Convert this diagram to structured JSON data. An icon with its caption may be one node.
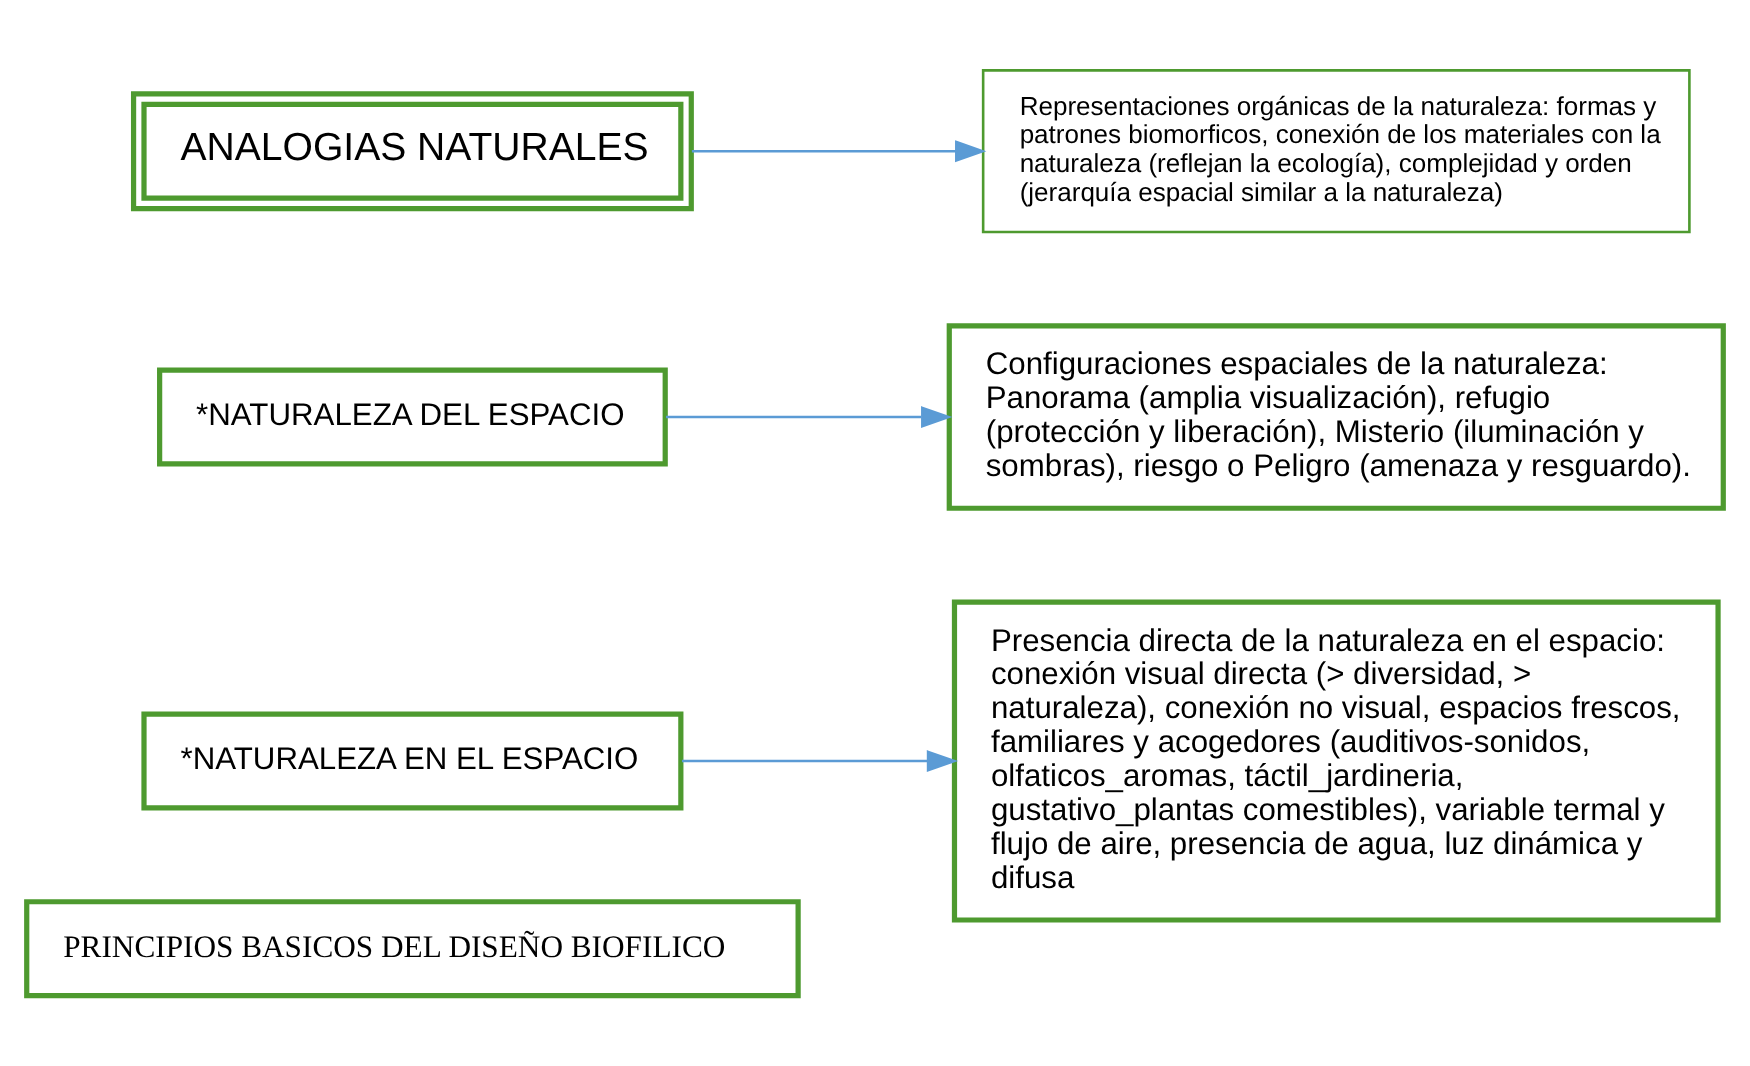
{
  "diagram": {
    "nodes": [
      {
        "text": [
          "PRINCIPIOS BASICOS DEL DISEÑO BIOFILICO"
        ]
      },
      {
        "text": [
          "*NATURALEZA EN EL ESPACIO"
        ]
      },
      {
        "text": [
          "Presencia directa de la naturaleza en el espacio: conexión visual directa (> diversidad, > naturaleza), conexión no visual, espacios frescos, familiares y acogedores (auditivos-sonidos, olfaticos_aromas, táctil_jardineria, gustativo_plantas comestibles), variable termal y flujo de aire, presencia de agua, luz dinámica y difusa"
        ]
      },
      {
        "text": [
          "*NATURALEZA DEL ESPACIO"
        ]
      },
      {
        "text": [
          "Configuraciones espaciales de la naturaleza: Panorama (amplia visualización), refugio (protección y liberación), Misterio (iluminación y sombras), riesgo o Peligro (amenaza y resguardo)."
        ]
      },
      {
        "text": [
          "ANALOGIAS NATURALES"
        ]
      },
      {
        "text": [
          "Representaciones orgánicas de la naturaleza: formas y patrones biomorficos, conexión de los materiales con la naturaleza (reflejan la ecología), complejidad y orden (jerarquía espacial similar a la naturaleza)"
        ]
      }
    ],
    "edges": [
      {
        "from": 1,
        "to": 2,
        "arrow": "to"
      },
      {
        "from": 3,
        "to": 4,
        "arrow": "to"
      },
      {
        "from": 5,
        "to": 6,
        "arrow": "to"
      }
    ]
  }
}
